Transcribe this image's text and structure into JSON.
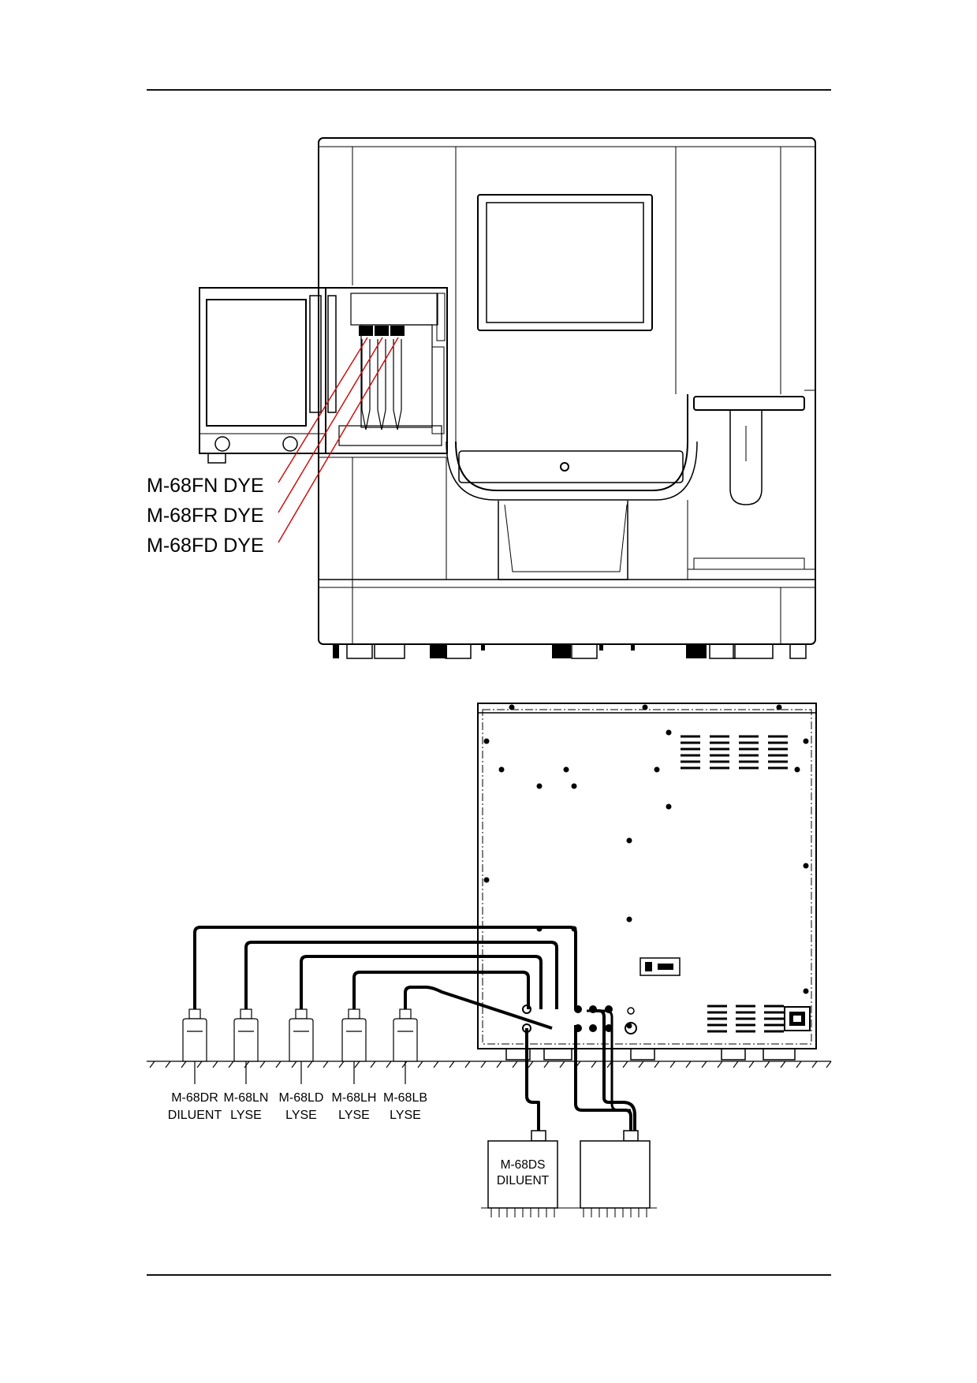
{
  "dye_labels": [
    "M-68FN DYE",
    "M-68FR DYE",
    "M-68FD DYE"
  ],
  "floor_bottles": [
    {
      "code": "M-68DR",
      "type": "DILUENT"
    },
    {
      "code": "M-68LN",
      "type": "LYSE"
    },
    {
      "code": "M-68LD",
      "type": "LYSE"
    },
    {
      "code": "M-68LH",
      "type": "LYSE"
    },
    {
      "code": "M-68LB",
      "type": "LYSE"
    }
  ],
  "containers": [
    {
      "code": "M-68DS",
      "type": "DILUENT"
    },
    {
      "code": "",
      "type": ""
    }
  ],
  "colors": {
    "line": "#000000",
    "leader": "#cc1111"
  }
}
